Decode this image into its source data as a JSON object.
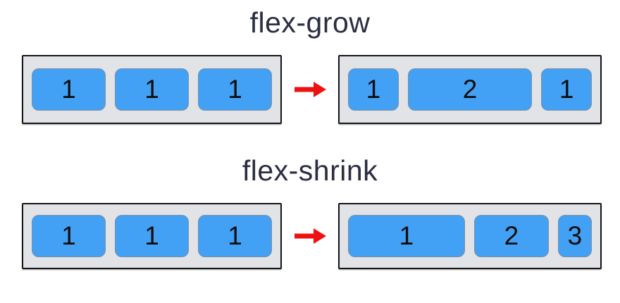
{
  "colors": {
    "title_navy": "#2b2d42",
    "box_blue": "#42a0f5",
    "box_border": "#7d8fa3",
    "container_gray": "#e1e3e6",
    "container_border": "#151515",
    "arrow_red": "#ee1111",
    "digit_black": "#0d0d0d",
    "page_background": "#ffffff"
  },
  "icons": {
    "right_arrow": "right-arrow-icon"
  },
  "sections": [
    {
      "title": "flex-grow",
      "before": {
        "boxes": [
          "1",
          "1",
          "1"
        ]
      },
      "after": {
        "boxes": [
          "1",
          "2",
          "1"
        ]
      }
    },
    {
      "title": "flex-shrink",
      "before": {
        "boxes": [
          "1",
          "1",
          "1"
        ]
      },
      "after": {
        "boxes": [
          "1",
          "2",
          "3"
        ]
      }
    }
  ]
}
